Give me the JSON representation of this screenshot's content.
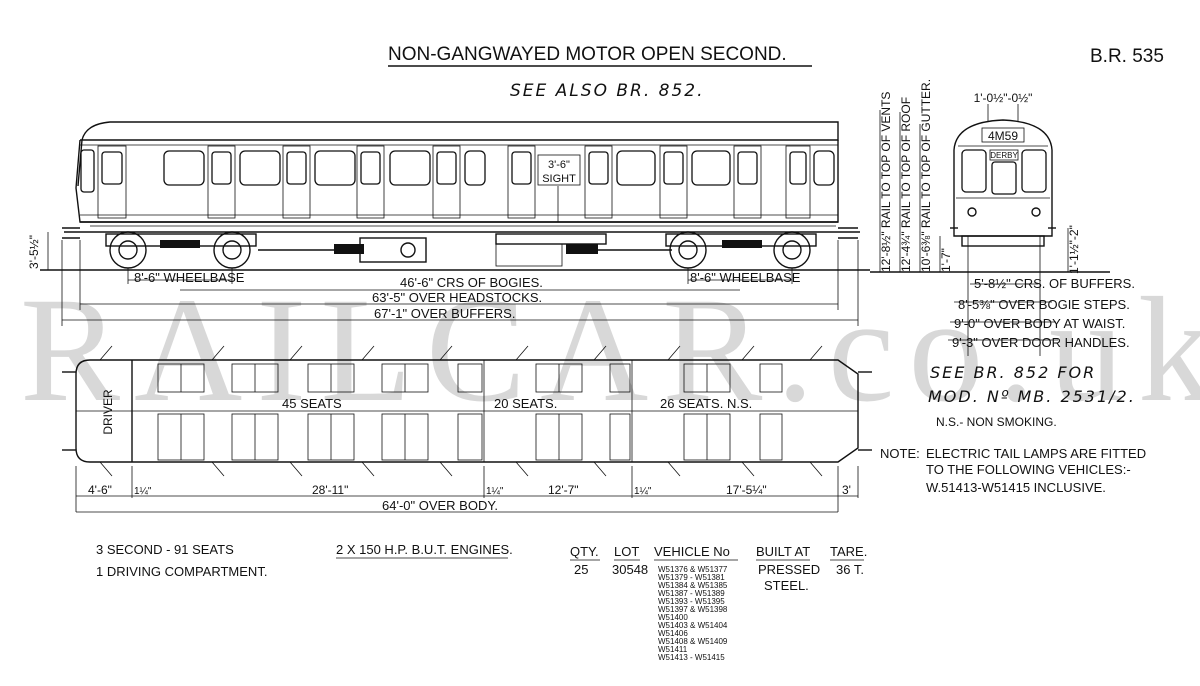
{
  "title": "NON-GANGWAYED MOTOR OPEN SECOND.",
  "diagram_no": "B.R. 535",
  "see_also": "SEE ALSO BR. 852.",
  "watermark": "RAILCAR.co.uk",
  "elevation": {
    "sight": "3'-6\" SIGHT",
    "height_left": "3'-5½\"",
    "wheelbase_left": "8'-6\" WHEELBASE",
    "wheelbase_right": "8'-6\" WHEELBASE",
    "bogie_centres": "46'-6\" CRS OF BOGIES.",
    "over_headstocks": "63'-5\" OVER HEADSTOCKS.",
    "over_buffers": "67'-1\" OVER BUFFERS."
  },
  "end_view": {
    "headcode": "4M59",
    "destination": "DERBY",
    "top_dims": "1'-0½\"-0½\"",
    "vents": "12'-8½\" RAIL TO TOP OF VENTS",
    "roof": "12'-4¾\" RAIL TO TOP OF ROOF",
    "gutter": "10'-6⅜\" RAIL TO TOP OF GUTTER.",
    "floor": "1'-7\"",
    "buffer_height": "1'-1½\"-2\"",
    "buffer_crs": "5'-8½\" CRS. OF BUFFERS.",
    "bogie_steps": "8'-5⅜\" OVER BOGIE STEPS.",
    "waist": "9'-0\" OVER BODY AT WAIST.",
    "door_handles": "9'-3\" OVER DOOR HANDLES."
  },
  "plan": {
    "driver": "DRIVER",
    "seats_a": "45 SEATS",
    "seats_b": "20 SEATS.",
    "seats_c": "26 SEATS. N.S.",
    "dim_1": "4'-6\"",
    "dim_2": "1¼\"",
    "dim_3": "28'-11\"",
    "dim_4": "1¼\"",
    "dim_5": "12'-7\"",
    "dim_6": "1¼\"",
    "dim_7": "17'-5¼\"",
    "dim_8": "3'",
    "over_body": "64'-0\" OVER BODY."
  },
  "notes": {
    "mod_line1": "SEE BR. 852 FOR",
    "mod_line2": "MOD. Nº MB. 2531/2.",
    "ns": "N.S.- NON SMOKING.",
    "note_label": "NOTE:",
    "note_line1": "ELECTRIC TAIL LAMPS ARE FITTED",
    "note_line2": "TO THE FOLLOWING VEHICLES:-",
    "note_line3": "W.51413-W51415   INCLUSIVE."
  },
  "summary": {
    "seats": "3 SECOND - 91 SEATS",
    "compartment": "1 DRIVING COMPARTMENT.",
    "engines": "2 X 150 H.P. B.U.T. ENGINES."
  },
  "table": {
    "headers": [
      "QTY.",
      "LOT",
      "VEHICLE No",
      "BUILT AT",
      "TARE."
    ],
    "qty": "25",
    "lot": "30548",
    "vehicles": [
      "W51376 & W51377",
      "W51379 - W51381",
      "W51384 & W51385",
      "W51387 - W51389",
      "W51393 - W51395",
      "W51397 & W51398",
      "W51400",
      "W51403 & W51404",
      "W51406",
      "W51408 & W51409",
      "W51411",
      "W51413 - W51415"
    ],
    "built_at_1": "PRESSED",
    "built_at_2": "STEEL.",
    "tare": "36 T."
  }
}
